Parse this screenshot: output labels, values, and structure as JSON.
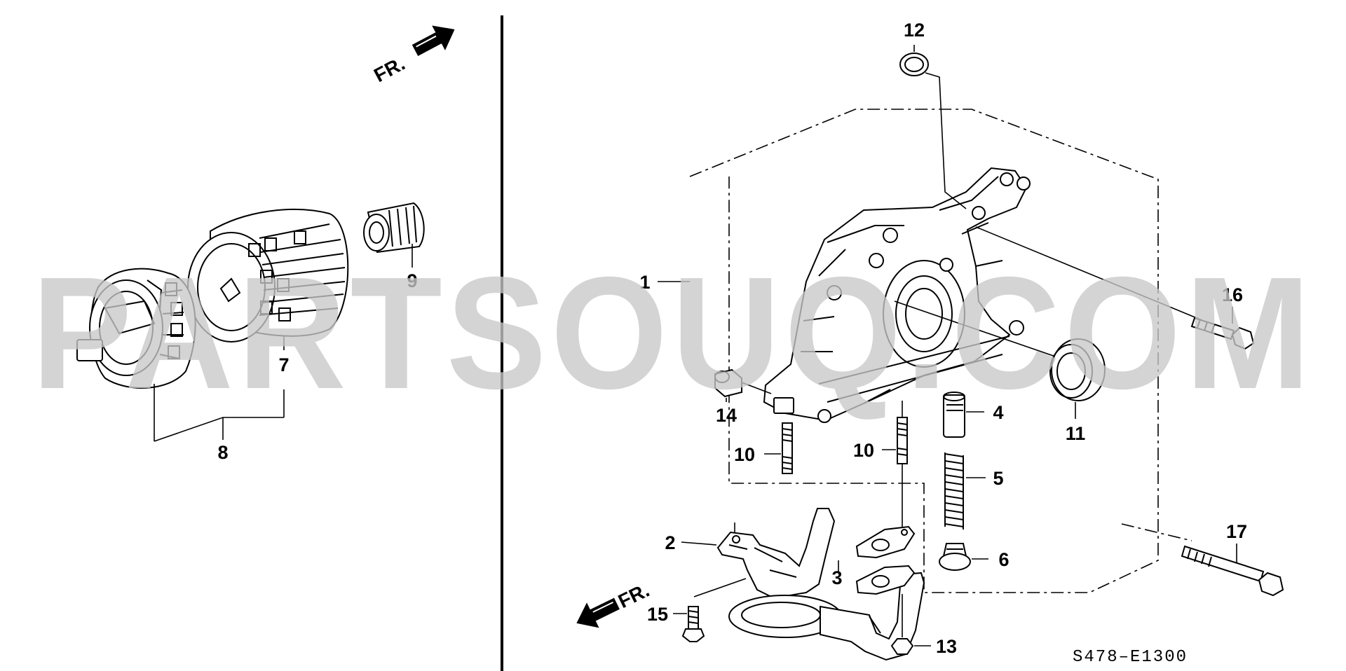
{
  "watermark": "PARTSOUQ.COM",
  "direction_marks": {
    "left_panel": "FR.",
    "right_panel": "FR."
  },
  "diagram_code": "S478–E1300",
  "callouts": {
    "c1": "1",
    "c2": "2",
    "c3": "3",
    "c4": "4",
    "c5": "5",
    "c6": "6",
    "c7": "7",
    "c8": "8",
    "c9": "9",
    "c10a": "10",
    "c10b": "10",
    "c11": "11",
    "c12": "12",
    "c13": "13",
    "c14": "14",
    "c15": "15",
    "c16": "16",
    "c17": "17"
  },
  "icons": {
    "arrow": "fr-arrow-icon"
  }
}
